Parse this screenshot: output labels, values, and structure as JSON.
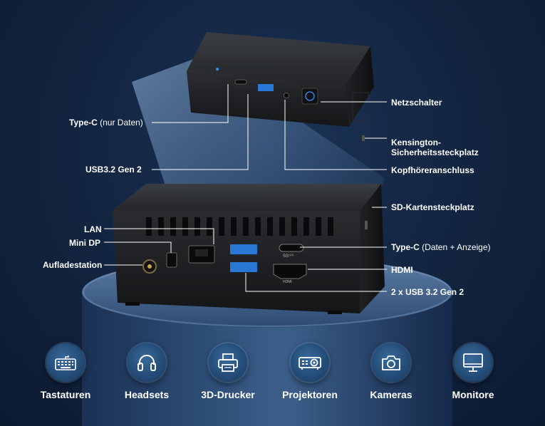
{
  "callouts": {
    "type_c_left": {
      "bold": "Type-C",
      "normal": " (nur Daten)"
    },
    "usb32_left": {
      "bold": "USB3.2 Gen 2"
    },
    "netzschalter": {
      "bold": "Netzschalter"
    },
    "kensington": {
      "bold": "Kensington-\nSicherheitssteckplatz"
    },
    "kopfhoerer": {
      "bold": "Kopfhöreranschluss"
    },
    "sd_karte": {
      "bold": "SD-Kartensteckplatz"
    },
    "lan": {
      "bold": "LAN"
    },
    "mini_dp": {
      "bold": "Mini DP"
    },
    "aufladestation": {
      "bold": "Aufladestation"
    },
    "type_c_right": {
      "bold": "Type-C",
      "normal": " (Daten + Anzeige)"
    },
    "hdmi": {
      "bold": "HDMI"
    },
    "usb32_right": {
      "bold": "2 x USB 3.2 Gen 2"
    }
  },
  "port_marks": {
    "ss_top": "SS⁽¹⁰⁾",
    "hdmi_mark": "HDMI"
  },
  "devices": [
    {
      "label": "Tastaturen",
      "icon": "keyboard-icon"
    },
    {
      "label": "Headsets",
      "icon": "headset-icon"
    },
    {
      "label": "3D-Drucker",
      "icon": "printer-icon"
    },
    {
      "label": "Projektoren",
      "icon": "projector-icon"
    },
    {
      "label": "Kameras",
      "icon": "camera-icon"
    },
    {
      "label": "Monitore",
      "icon": "monitor-icon"
    }
  ],
  "colors": {
    "background": "#132642",
    "accent_blue": "#3a8ee6",
    "power_ring": "#2b7bd8"
  }
}
